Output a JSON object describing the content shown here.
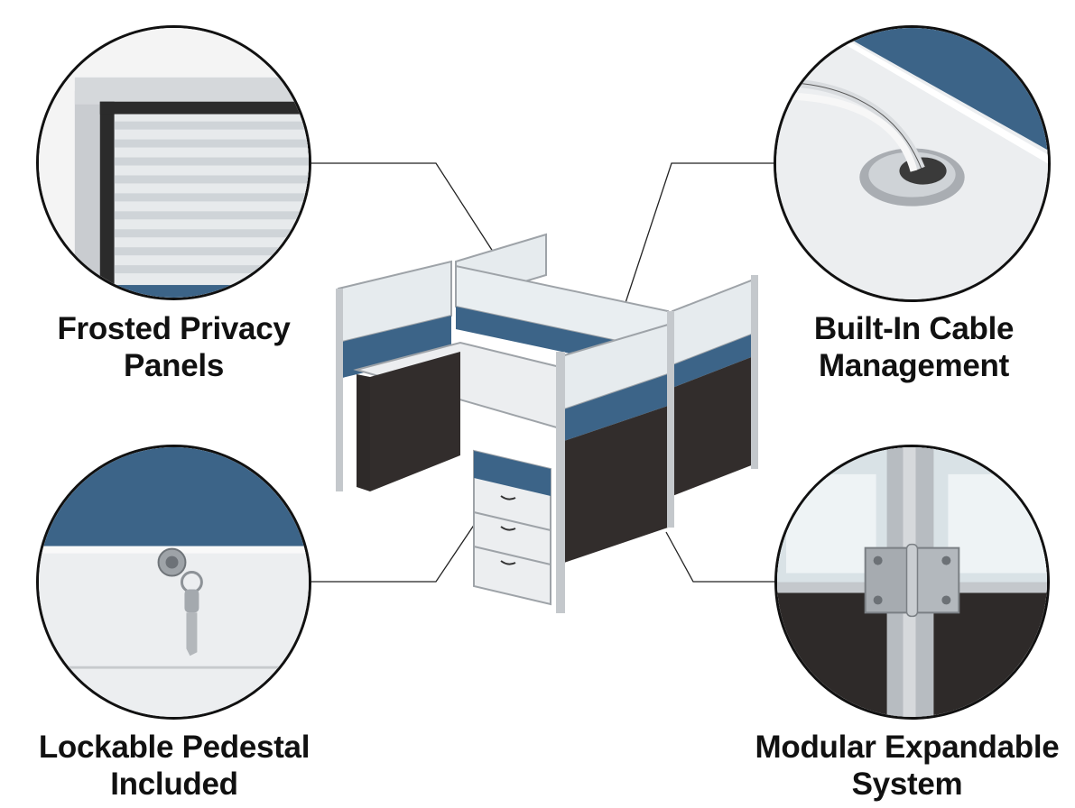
{
  "features": [
    {
      "id": "frosted",
      "title_line1": "Frosted Privacy",
      "title_line2": "Panels",
      "icon": "frosted-panel-closeup"
    },
    {
      "id": "cable",
      "title_line1": "Built-In Cable",
      "title_line2": "Management",
      "icon": "cable-grommet-closeup"
    },
    {
      "id": "lock",
      "title_line1": "Lockable Pedestal",
      "title_line2": "Included",
      "icon": "lock-key-closeup"
    },
    {
      "id": "modular",
      "title_line1": "Modular Expandable",
      "title_line2": "System",
      "icon": "hinge-connector-closeup"
    }
  ],
  "colors": {
    "accent_blue": "#3c6488",
    "dark_panel": "#2e2a29",
    "frame_silver": "#bfc3c7",
    "desktop": "#eceef0",
    "outline": "#111111"
  }
}
